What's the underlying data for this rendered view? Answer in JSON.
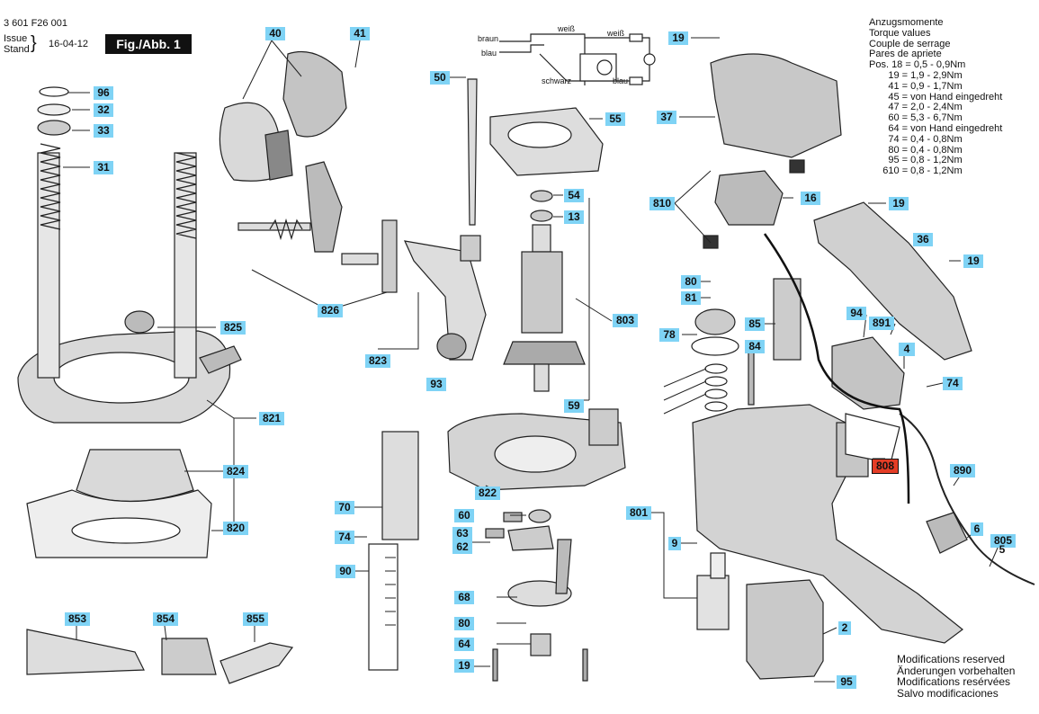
{
  "header": {
    "doc_number": "3 601 F26 001",
    "issue_label": "Issue",
    "stand_label": "Stand",
    "date": "16-04-12",
    "figure_label": "Fig./Abb. 1"
  },
  "torque": {
    "title_lines": [
      "Anzugsmomente",
      "Torque values",
      "Couple de serrage",
      "Pares de apriete"
    ],
    "rows": [
      "Pos. 18 = 0,5 - 0,9Nm",
      "       19 = 1,9 - 2,9Nm",
      "       41 = 0,9 - 1,7Nm",
      "       45 = von Hand eingedreht",
      "       47 = 2,0 - 2,4Nm",
      "       60 = 5,3 - 6,7Nm",
      "       64 = von Hand eingedreht",
      "       74 = 0,4 - 0,8Nm",
      "       80 = 0,4 - 0,8Nm",
      "       95 = 0,8 - 1,2Nm",
      "     610 = 0,8 - 1,2Nm"
    ]
  },
  "modifications": [
    "Modifications reserved",
    "Änderungen vorbehalten",
    "Modifications resérvées",
    "Salvo modificaciones"
  ],
  "wiring": {
    "labels": [
      "braun",
      "blau",
      "weiß",
      "weiß",
      "schwarz",
      "blau"
    ]
  },
  "callouts": [
    "40",
    "41",
    "50",
    "19",
    "96",
    "32",
    "33",
    "31",
    "55",
    "37",
    "54",
    "13",
    "810",
    "16",
    "19",
    "36",
    "19",
    "826",
    "823",
    "803",
    "80",
    "81",
    "85",
    "94",
    "891",
    "4",
    "74",
    "78",
    "84",
    "825",
    "93",
    "59",
    "821",
    "824",
    "820",
    "822",
    "70",
    "60",
    "74",
    "63",
    "62",
    "801",
    "9",
    "808",
    "890",
    "6",
    "805",
    "5",
    "90",
    "68",
    "80",
    "64",
    "19",
    "2",
    "95",
    "853",
    "854",
    "855"
  ],
  "colors": {
    "callout": "#7fd3f5",
    "callout_highlight": "#e43d26",
    "part_fill": "#d9d9d9",
    "outline": "#222222"
  }
}
